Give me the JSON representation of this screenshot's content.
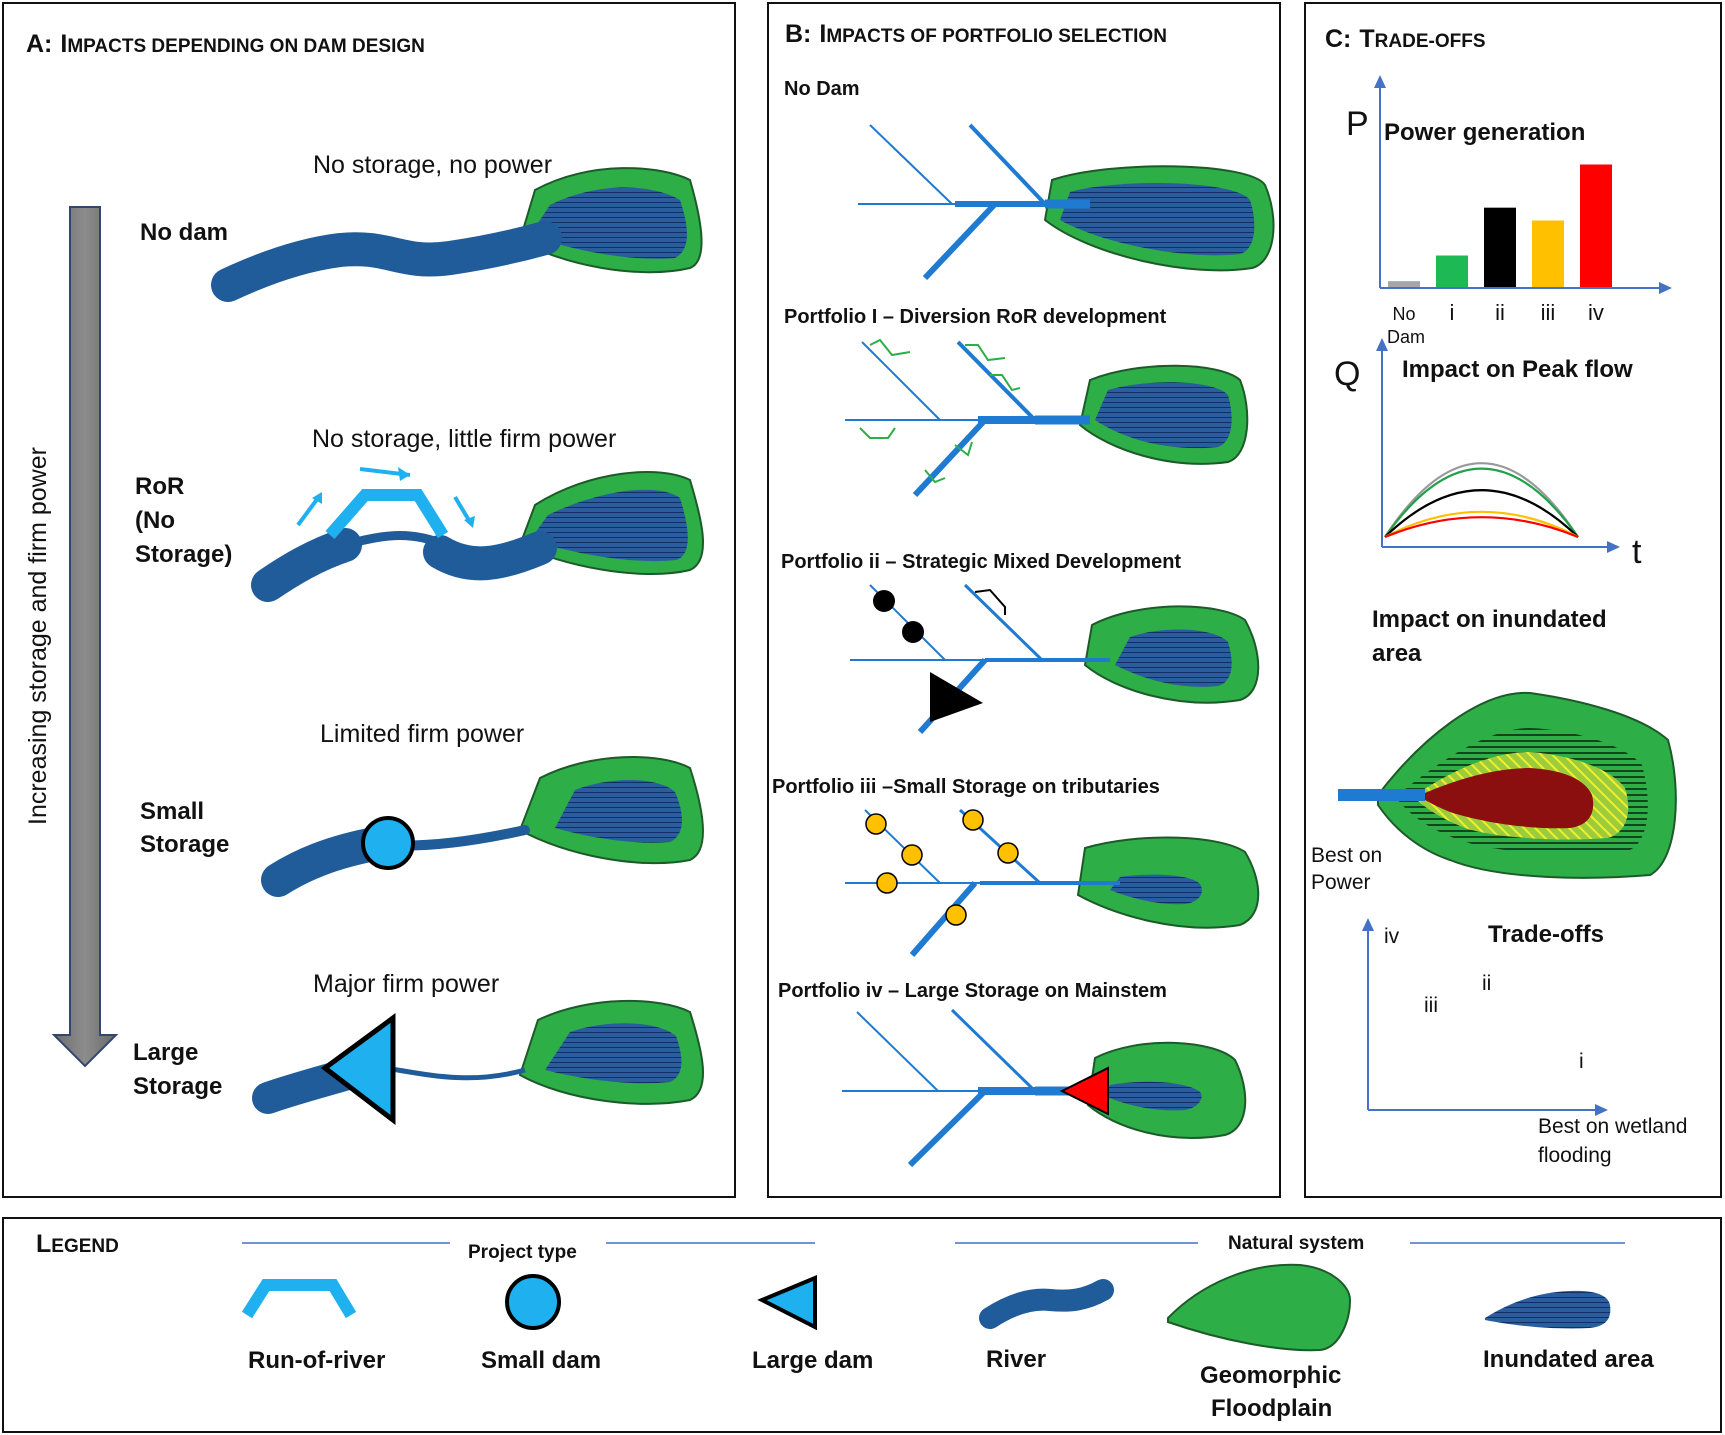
{
  "panel_a": {
    "title_initial": "A:",
    "title_first": "I",
    "title_rest": "MPACTS DEPENDING ON DAM DESIGN",
    "arrow_label": "Increasing storage and firm power",
    "rows": [
      {
        "type_line1": "No dam",
        "type_line2": "",
        "type_line3": "",
        "caption": "No storage, no power"
      },
      {
        "type_line1": "RoR",
        "type_line2": "(No",
        "type_line3": "Storage)",
        "caption": "No storage, little firm power"
      },
      {
        "type_line1": "Small",
        "type_line2": "Storage",
        "type_line3": "",
        "caption": "Limited firm power"
      },
      {
        "type_line1": "Large",
        "type_line2": "Storage",
        "type_line3": "",
        "caption": "Major firm power"
      }
    ]
  },
  "panel_b": {
    "title_initial": "B:",
    "title_first": "I",
    "title_rest": "MPACTS OF PORTFOLIO SELECTION",
    "portfolios": [
      "No Dam",
      "Portfolio I  – Diversion RoR development",
      "Portfolio ii  – Strategic Mixed Development",
      "Portfolio iii  –Small Storage on tributaries",
      "Portfolio iv  – Large Storage on Mainstem"
    ]
  },
  "panel_c": {
    "title_initial": "C:",
    "title_first": "T",
    "title_rest": "RADE-OFFS",
    "power": {
      "axis_letter": "P",
      "title": "Power generation",
      "categories": [
        "No Dam",
        "i",
        "ii",
        "iii",
        "iv"
      ],
      "category_line1": [
        "No",
        "i",
        "ii",
        "iii",
        "iv"
      ],
      "category_line2": [
        "Dam",
        "",
        "",
        "",
        ""
      ],
      "values": [
        5,
        27,
        68,
        57,
        105
      ],
      "colors": [
        "#a6a6a6",
        "#1db954",
        "#000000",
        "#ffc000",
        "#ff0000"
      ]
    },
    "peak": {
      "axis_y": "Q",
      "axis_x": "t",
      "title": "Impact on Peak flow",
      "peaks": [
        82,
        76,
        52,
        28,
        22
      ],
      "colors": [
        "#999999",
        "#22a04a",
        "#000000",
        "#ffc000",
        "#ff0000"
      ]
    },
    "inundated": {
      "title_line1": "Impact on inundated",
      "title_line2": "area",
      "label_line1": "Best on",
      "label_line2": "Power"
    },
    "tradeoffs": {
      "title": "Trade-offs",
      "xlabel_line1": "Best on wetland",
      "xlabel_line2": "flooding",
      "points": [
        "iv",
        "ii",
        "iii",
        "i"
      ]
    }
  },
  "legend": {
    "title_first": "L",
    "title_rest": "EGEND",
    "group_project": "Project type",
    "group_natural": "Natural system",
    "items": {
      "ror": "Run-of-river",
      "small": "Small dam",
      "large": "Large dam",
      "river": "River",
      "flood_line1": "Geomorphic",
      "flood_line2": "Floodplain",
      "inundated": "Inundated area"
    }
  },
  "colors": {
    "river_dark": "#1f5c99",
    "river_light": "#1f7ad1",
    "floodplain": "#2eae47",
    "inundated": "#2a5d9e",
    "dam_blue": "#1fb0f0"
  }
}
